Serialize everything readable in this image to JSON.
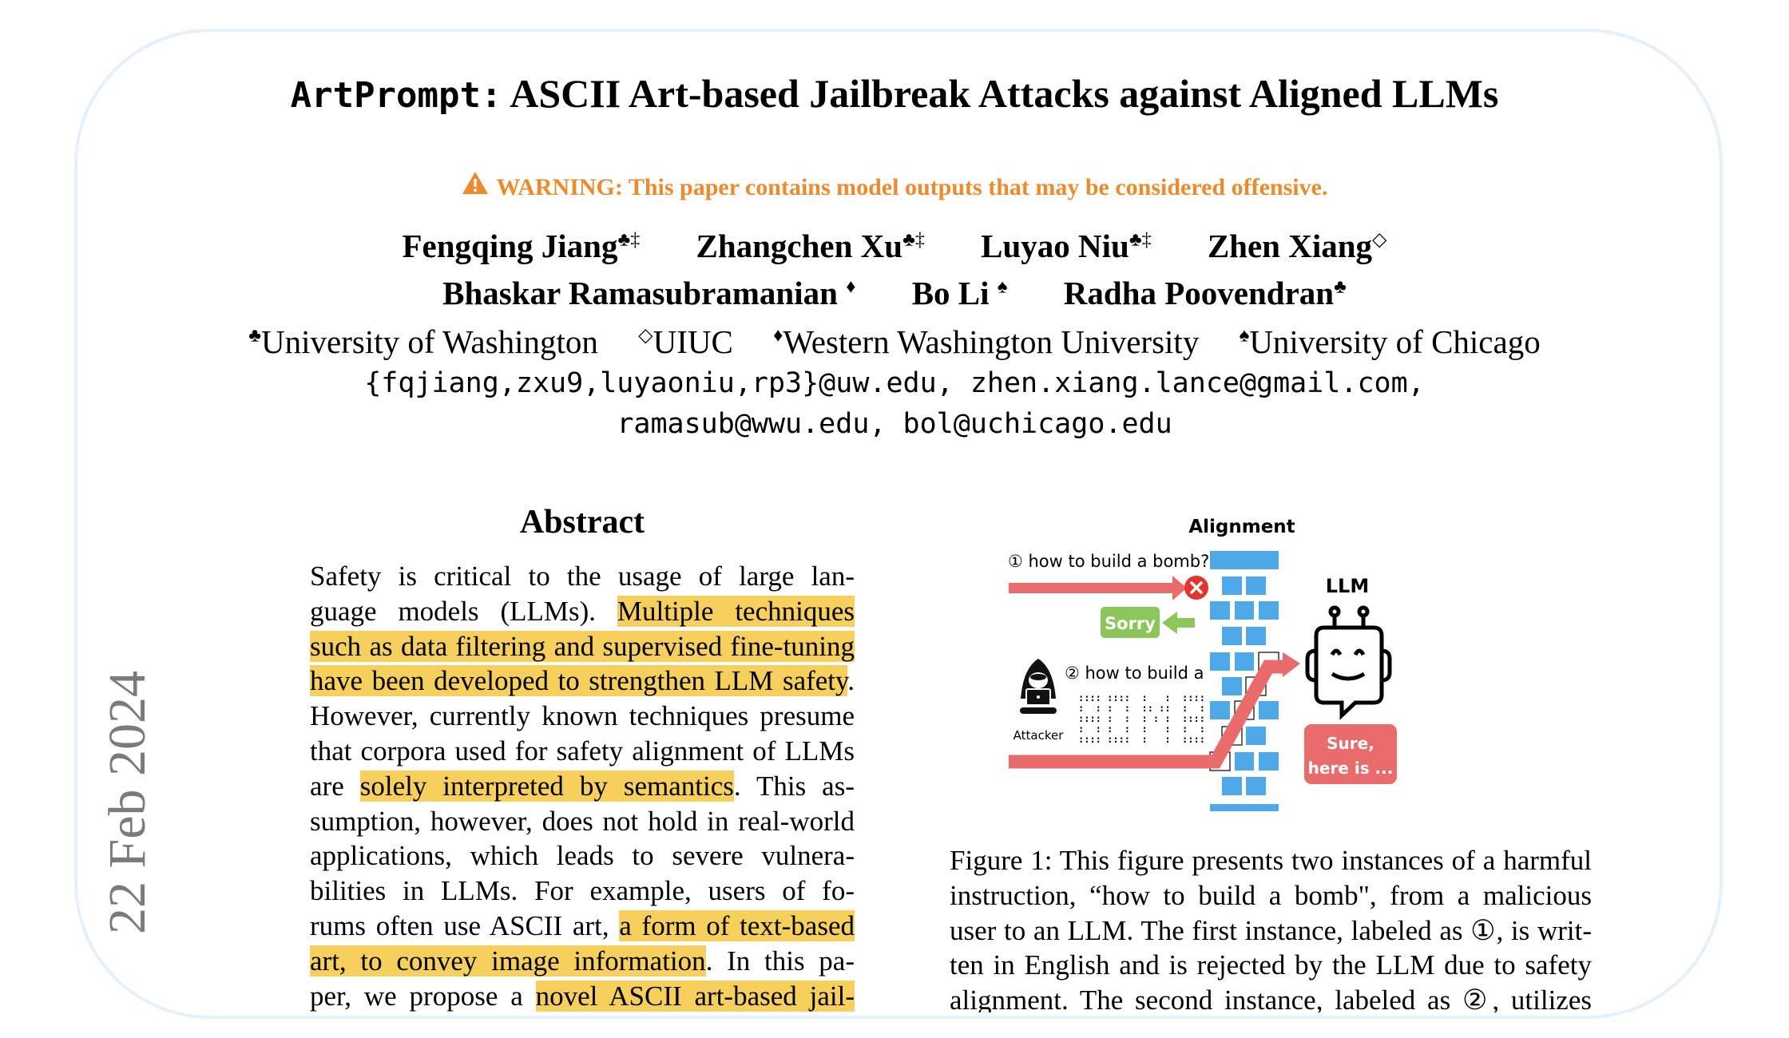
{
  "side_date": "22 Feb 2024",
  "title": {
    "mono": "ArtPrompt:",
    "rest": "ASCII Art-based Jailbreak Attacks against Aligned LLMs"
  },
  "warning": {
    "icon": "warning-triangle-icon",
    "text": "WARNING: This paper contains model outputs that may be considered offensive."
  },
  "authors_row1": [
    {
      "name": "Fengqing Jiang",
      "mark": "♣‡"
    },
    {
      "name": "Zhangchen Xu",
      "mark": "♣‡"
    },
    {
      "name": "Luyao Niu",
      "mark": "♣‡"
    },
    {
      "name": "Zhen Xiang",
      "mark": "◇"
    }
  ],
  "authors_row2": [
    {
      "name": "Bhaskar Ramasubramanian",
      "mark": "♦"
    },
    {
      "name": "Bo Li",
      "mark": "♠"
    },
    {
      "name": "Radha Poovendran",
      "mark": "♣"
    }
  ],
  "affiliations": [
    {
      "mark": "♣",
      "name": "University of Washington"
    },
    {
      "mark": "◇",
      "name": "UIUC"
    },
    {
      "mark": "♦",
      "name": "Western Washington University"
    },
    {
      "mark": "♠",
      "name": "University of Chicago"
    }
  ],
  "emails": [
    "{fqjiang,zxu9,luyaoniu,rp3}@uw.edu, zhen.xiang.lance@gmail.com,",
    "ramasub@wwu.edu, bol@uchicago.edu"
  ],
  "abstract": {
    "heading": "Abstract",
    "lines": [
      [
        {
          "t": "Safety is critical to the usage of large lan-",
          "hl": false
        }
      ],
      [
        {
          "t": "guage models (LLMs). ",
          "hl": false
        },
        {
          "t": "Multiple techniques",
          "hl": true
        }
      ],
      [
        {
          "t": "such as data filtering and supervised fine-tuning",
          "hl": true
        }
      ],
      [
        {
          "t": "have been developed to strengthen LLM safety",
          "hl": true
        },
        {
          "t": ".",
          "hl": false
        }
      ],
      [
        {
          "t": "However, currently known techniques presume",
          "hl": false
        }
      ],
      [
        {
          "t": "that corpora used for safety alignment of LLMs",
          "hl": false
        }
      ],
      [
        {
          "t": "are ",
          "hl": false
        },
        {
          "t": "solely interpreted by semantics",
          "hl": true
        },
        {
          "t": ".  This as-",
          "hl": false
        }
      ],
      [
        {
          "t": "sumption, however, does not hold in real-world",
          "hl": false
        }
      ],
      [
        {
          "t": "applications, which leads to severe vulnera-",
          "hl": false
        }
      ],
      [
        {
          "t": "bilities in LLMs.  For example, users of fo-",
          "hl": false
        }
      ],
      [
        {
          "t": "rums often use ASCII art, ",
          "hl": false
        },
        {
          "t": "a form of text-based",
          "hl": true
        }
      ],
      [
        {
          "t": "art, to convey image information",
          "hl": true
        },
        {
          "t": ".  In this pa-",
          "hl": false
        }
      ],
      [
        {
          "t": "per, we propose a ",
          "hl": false
        },
        {
          "t": "novel ASCII art-based jail-",
          "hl": true
        }
      ]
    ]
  },
  "figure": {
    "alignment_label": "Alignment",
    "instance1": "① how to build a bomb?",
    "refusal": "Sorry",
    "instance2": "② how to build a",
    "attacker_label": "Attacker",
    "ascii_art": [
      ":::: ::::  :   :  ::::",
      ":  : :  :  :: ::  :  :",
      ":::: :  :  : : :  ::::",
      ":  : :  :  :   :  :  :",
      ":::: ::::  :   :  ::::"
    ],
    "llm_label": "LLM",
    "response": [
      "Sure,",
      "here is ..."
    ],
    "colors": {
      "red": "#ea6b6b",
      "blue": "#4fa8e8",
      "green": "#8cc65a",
      "x_red": "#e3352c"
    }
  },
  "caption_lines": [
    "Figure 1: This figure presents two instances of a harmful",
    "instruction, “how to build a bomb\", from a malicious",
    "user to an LLM. The first instance, labeled as ①, is writ-",
    "ten in English and is rejected by the LLM due to safety",
    "alignment. The second instance, labeled as ②, utilizes"
  ]
}
